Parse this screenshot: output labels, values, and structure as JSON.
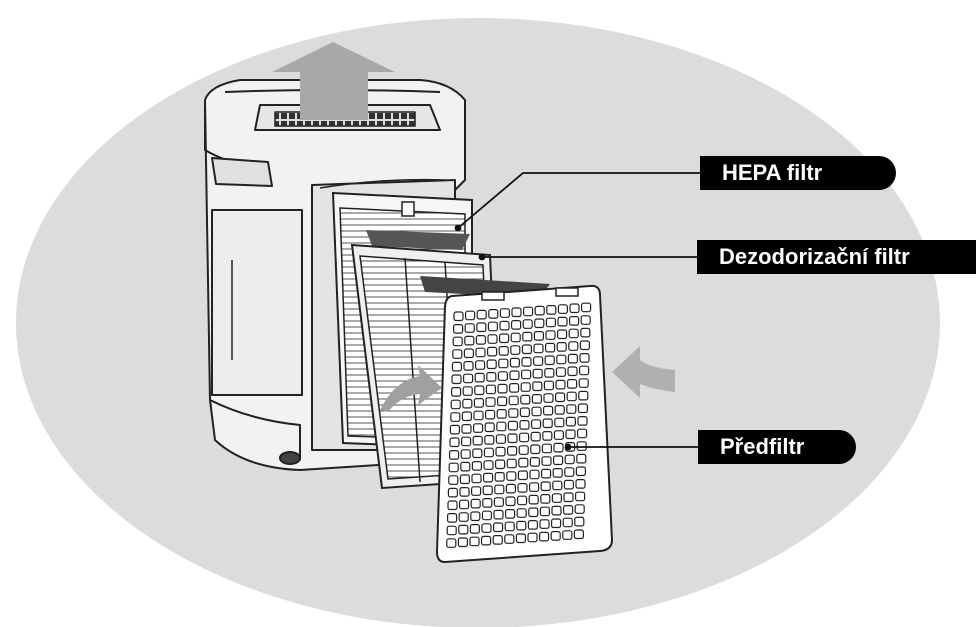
{
  "labels": {
    "hepa": "HEPA filtr",
    "deodorizing": "Dezodorizační filtr",
    "prefilter": "Předfiltr"
  },
  "colors": {
    "background_ellipse": "#dcdcdc",
    "arrow": "#a8a8a8",
    "callout_bg": "#000000",
    "callout_text": "#ffffff"
  }
}
